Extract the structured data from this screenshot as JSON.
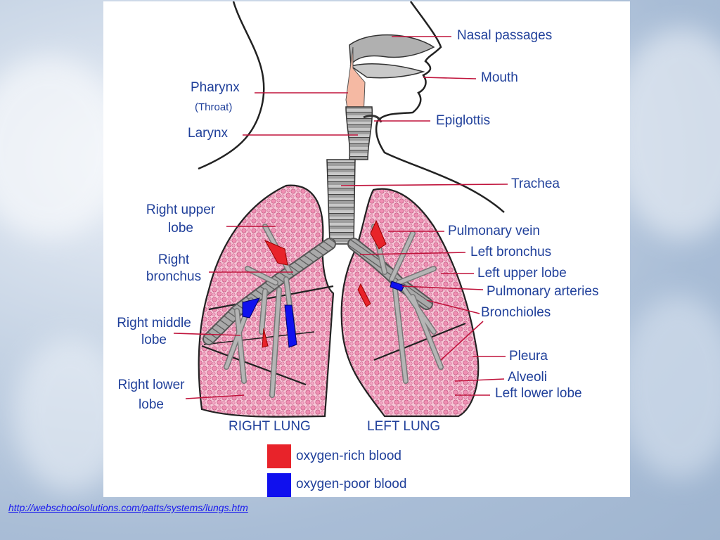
{
  "diagram": {
    "labels": {
      "nasal_passages": "Nasal passages",
      "mouth": "Mouth",
      "pharynx": "Pharynx",
      "throat": "(Throat)",
      "epiglottis": "Epiglottis",
      "larynx": "Larynx",
      "trachea": "Trachea",
      "right_upper_lobe_1": "Right upper",
      "right_upper_lobe_2": "lobe",
      "pulmonary_vein": "Pulmonary vein",
      "left_bronchus": "Left bronchus",
      "right_bronchus_1": "Right",
      "right_bronchus_2": "bronchus",
      "left_upper_lobe": "Left upper lobe",
      "pulmonary_arteries": "Pulmonary arteries",
      "bronchioles": "Bronchioles",
      "right_middle_lobe_1": "Right middle",
      "right_middle_lobe_2": "lobe",
      "pleura": "Pleura",
      "alveoli": "Alveoli",
      "left_lower_lobe": "Left lower lobe",
      "right_lower_lobe_1": "Right lower",
      "right_lower_lobe_2": "lobe",
      "right_lung": "RIGHT LUNG",
      "left_lung": "LEFT LUNG"
    },
    "legend": {
      "oxygen_rich": {
        "label": "oxygen-rich blood",
        "color": "#e8232a"
      },
      "oxygen_poor": {
        "label": "oxygen-poor blood",
        "color": "#1010ee"
      }
    },
    "colors": {
      "label_text": "#1f3f9a",
      "pointer_line": "#c0143c",
      "outline": "#222222",
      "alveoli": "#f2a9c4",
      "airway": "#a8a8a8",
      "throat": "#f5b9a3"
    }
  },
  "footer": {
    "source_link": "http://webschoolsolutions.com/patts/systems/lungs.htm"
  }
}
